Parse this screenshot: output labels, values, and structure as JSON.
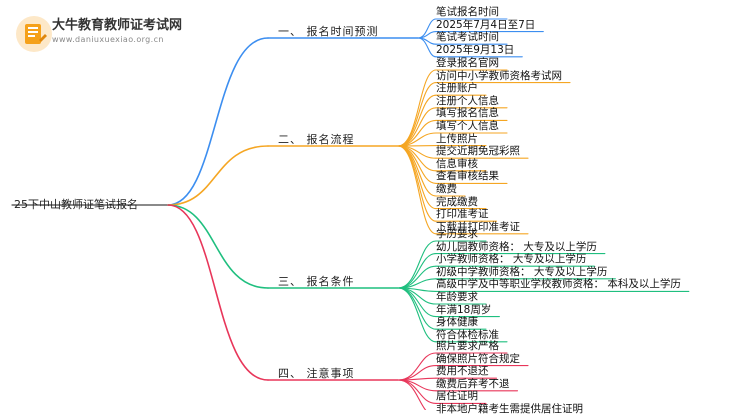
{
  "brand": {
    "title": "大牛教育教师证考试网",
    "url": "www.daniuxuexiao.org.cn"
  },
  "root": "25下中山教师证笔试报名",
  "colors": {
    "b1": "#3c8ef0",
    "b2": "#f5a623",
    "b3": "#1fbf7f",
    "b4": "#e8365a",
    "logo": "#f5a11a"
  },
  "branches": [
    {
      "label": "一、 报名时间预测",
      "leaves": [
        "笔试报名时间",
        "2025年7月4日至7日",
        "笔试考试时间",
        "2025年9月13日"
      ]
    },
    {
      "label": "二、 报名流程",
      "leaves": [
        "登录报名官网",
        "访问中小学教师资格考试网",
        "注册账户",
        "注册个人信息",
        "填写报名信息",
        "填写个人信息",
        "上传照片",
        "提交近期免冠彩照",
        "信息审核",
        "查看审核结果",
        "缴费",
        "完成缴费",
        "打印准考证",
        "下载并打印准考证"
      ]
    },
    {
      "label": "三、 报名条件",
      "leaves": [
        "学历要求",
        "幼儿园教师资格： 大专及以上学历",
        "小学教师资格： 大专及以上学历",
        "初级中学教师资格： 大专及以上学历",
        "高级中学及中等职业学校教师资格： 本科及以上学历",
        "年龄要求",
        "年满18周岁",
        "身体健康",
        "符合体检标准"
      ]
    },
    {
      "label": "四、 注意事项",
      "leaves": [
        "照片要求严格",
        "确保照片符合规定",
        "费用不退还",
        "缴费后弃考不退",
        "居住证明",
        "非本地户籍考生需提供居住证明"
      ]
    }
  ]
}
